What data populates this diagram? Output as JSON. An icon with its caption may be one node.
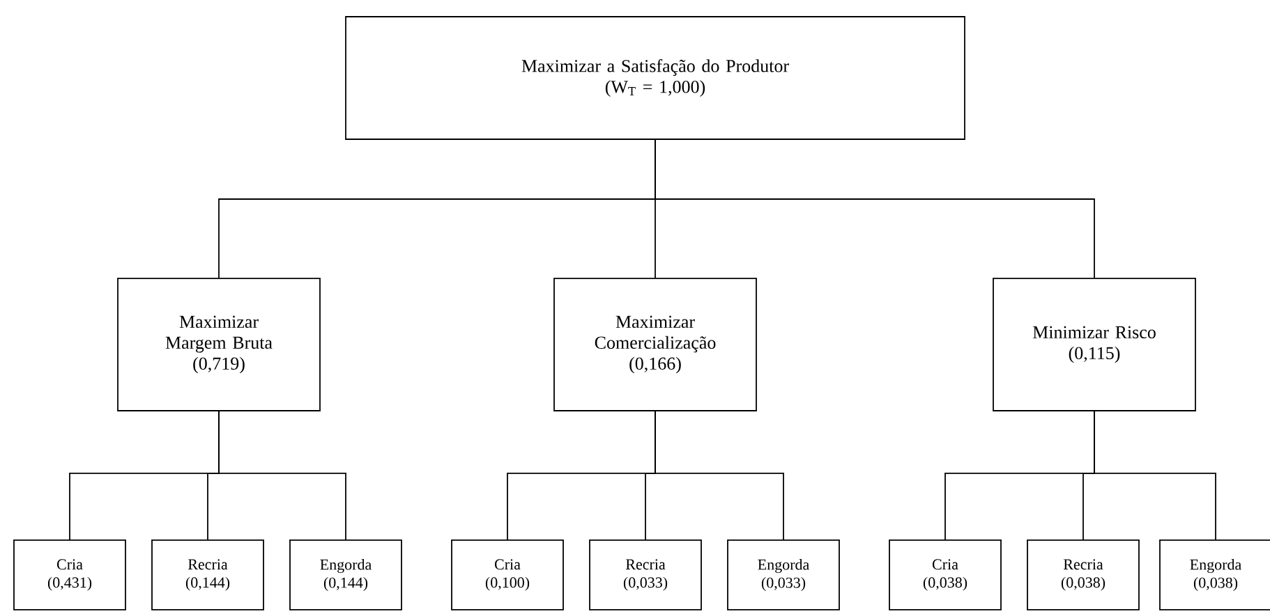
{
  "diagram": {
    "nodes": [
      {
        "text": [
          "Maximizar a Satisfação do Produtor",
          "(W$_{T}$ = 1,000)"
        ]
      },
      {
        "text": [
          "Maximizar Margem Bruta",
          "(0,719)"
        ]
      },
      {
        "text": [
          "Maximizar Comercialização",
          "(0,166)"
        ]
      },
      {
        "text": [
          "Minimizar Risco",
          "(0,115)"
        ]
      },
      {
        "text": [
          "Cria",
          "(0,431)"
        ]
      },
      {
        "text": [
          "Recria",
          "(0,144)"
        ]
      },
      {
        "text": [
          "Engorda",
          "(0,144)"
        ]
      },
      {
        "text": [
          "Cria",
          "(0,100)"
        ]
      },
      {
        "text": [
          "Recria",
          "(0,033)"
        ]
      },
      {
        "text": [
          "Engorda",
          "(0,033)"
        ]
      },
      {
        "text": [
          "Cria",
          "(0,038)"
        ]
      },
      {
        "text": [
          "Recria",
          "(0,038)"
        ]
      },
      {
        "text": [
          "Engorda",
          "(0,038)"
        ]
      }
    ],
    "edges": [
      {
        "from": 0,
        "to": 1,
        "arrow": "none"
      },
      {
        "from": 0,
        "to": 2,
        "arrow": "none"
      },
      {
        "from": 0,
        "to": 3,
        "arrow": "none"
      },
      {
        "from": 1,
        "to": 4,
        "arrow": "none"
      },
      {
        "from": 1,
        "to": 5,
        "arrow": "none"
      },
      {
        "from": 1,
        "to": 6,
        "arrow": "none"
      },
      {
        "from": 2,
        "to": 7,
        "arrow": "none"
      },
      {
        "from": 2,
        "to": 8,
        "arrow": "none"
      },
      {
        "from": 2,
        "to": 9,
        "arrow": "none"
      },
      {
        "from": 3,
        "to": 10,
        "arrow": "none"
      },
      {
        "from": 3,
        "to": 11,
        "arrow": "none"
      },
      {
        "from": 3,
        "to": 12,
        "arrow": "none"
      }
    ]
  }
}
